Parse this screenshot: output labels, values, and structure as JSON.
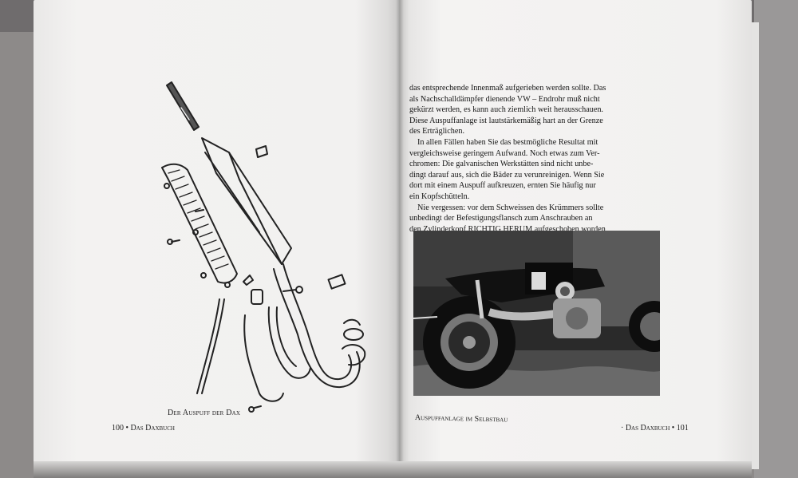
{
  "left_page": {
    "caption": "Der Auspuff der Dax",
    "folio": "100 • Das Daxbuch"
  },
  "right_page": {
    "lines": [
      "das entsprechende Innenmaß aufgerieben werden sollte. Das",
      "als Nachschalldämpfer dienende VW – Endrohr muß nicht",
      "gekürzt werden, es kann auch ziemlich weit herausschauen.",
      "Diese Auspuffanlage ist lautstärkemäßig hart an der Grenze",
      "des Erträglichen."
    ],
    "para2": [
      "In allen Fällen haben Sie das bestmögliche Resultat mit",
      "vergleichsweise geringem Aufwand. Noch etwas zum Ver-",
      "chromen: Die galvanischen Werkstätten sind nicht unbe-",
      "dingt darauf aus, sich die Bäder zu verunreinigen. Wenn Sie",
      "dort mit einem Auspuff aufkreuzen, ernten Sie häufig nur",
      "ein Kopfschütteln."
    ],
    "para3": [
      "Nie vergessen: vor dem Schweissen des Krümmers sollte",
      "unbedingt der Befestigungsflansch zum Anschrauben an",
      "den Zylinderkopf RICHTIG HERUM aufgeschoben worden"
    ],
    "photo_caption": "Auspuffanlage im Selbstbau",
    "folio": "· Das Daxbuch • 101"
  }
}
